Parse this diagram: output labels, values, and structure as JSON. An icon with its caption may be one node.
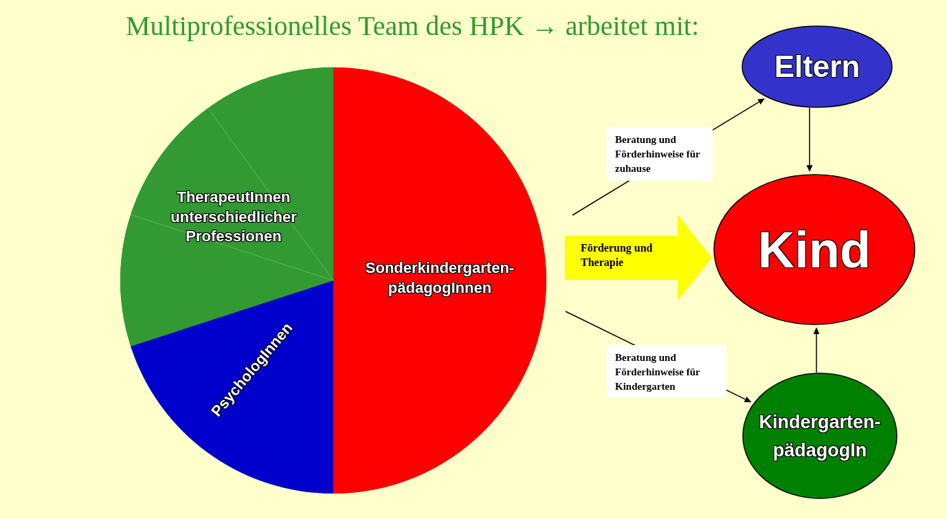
{
  "diagram": {
    "title": "Multiprofessionelles Team des HPK → arbeitet mit:",
    "nodes": [
      {
        "text": [],
        "shape": "circle"
      },
      {
        "text": [
          "Sonderkindergarten-pädagogInnen"
        ],
        "in": 0
      },
      {
        "text": [
          "PsychologInnen"
        ],
        "in": 0
      },
      {
        "text": [
          "TherapeutInnen unterschiedlicher Professionen"
        ],
        "in": 0
      },
      {
        "text": [
          "Eltern"
        ]
      },
      {
        "text": [
          "Kind"
        ]
      },
      {
        "text": [
          "Kindergarten-pädagogIn"
        ]
      }
    ],
    "edges": [
      {
        "from": null,
        "to": 4,
        "arrow": "to",
        "label": "Beratung und Förderhinweise für zuhause"
      },
      {
        "from": null,
        "to": 5,
        "arrow": "to",
        "label": "Förderung und Therapie",
        "style": "thick",
        "color": "#ffff00"
      },
      {
        "from": null,
        "to": 6,
        "arrow": "to",
        "label": "Beratung und Förderhinweise für Kindergarten"
      },
      {
        "from": 4,
        "to": 5,
        "arrow": "to"
      },
      {
        "from": 6,
        "to": 5,
        "arrow": "to"
      }
    ]
  }
}
